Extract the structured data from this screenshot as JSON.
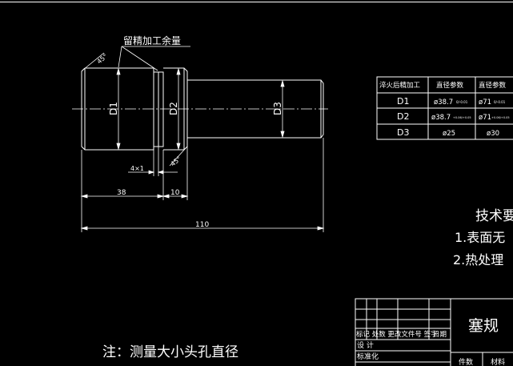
{
  "drawing": {
    "annotations": {
      "finish_allowance": "留精加工余量",
      "chamfer_left": "45°",
      "chamfer_right": "45°",
      "d1": "D1",
      "d2": "D2",
      "d3": "D3",
      "groove": "4×1",
      "dim_38": "38",
      "dim_10": "10",
      "dim_110": "110"
    },
    "table": {
      "headers": [
        "淬火后精加工",
        "直径参数",
        "直径参数"
      ],
      "rows": [
        {
          "name": "D1",
          "v1": "ø38.7",
          "v1_tol": "0/-0.01",
          "v2": "ø71",
          "v2_tol": "0/-0.01"
        },
        {
          "name": "D2",
          "v1": "ø38.7",
          "v1_tol": "+0.06/+0.05",
          "v2": "ø71",
          "v2_tol": "+0.06/+0.05"
        },
        {
          "name": "D3",
          "v1": "ø25",
          "v1_tol": "",
          "v2": "ø30",
          "v2_tol": ""
        }
      ]
    },
    "tech_req": {
      "title": "技术要",
      "item1": "1.表面无",
      "item2": "2.热处理"
    },
    "title_block": {
      "part_name": "塞规",
      "row1": "标记 处数 更改文件号 签字",
      "row1_date": "日期",
      "design": "设 计",
      "standard": "标准化",
      "weight": "件数",
      "material": "材料"
    },
    "note": "注：测量大小头孔直径"
  }
}
